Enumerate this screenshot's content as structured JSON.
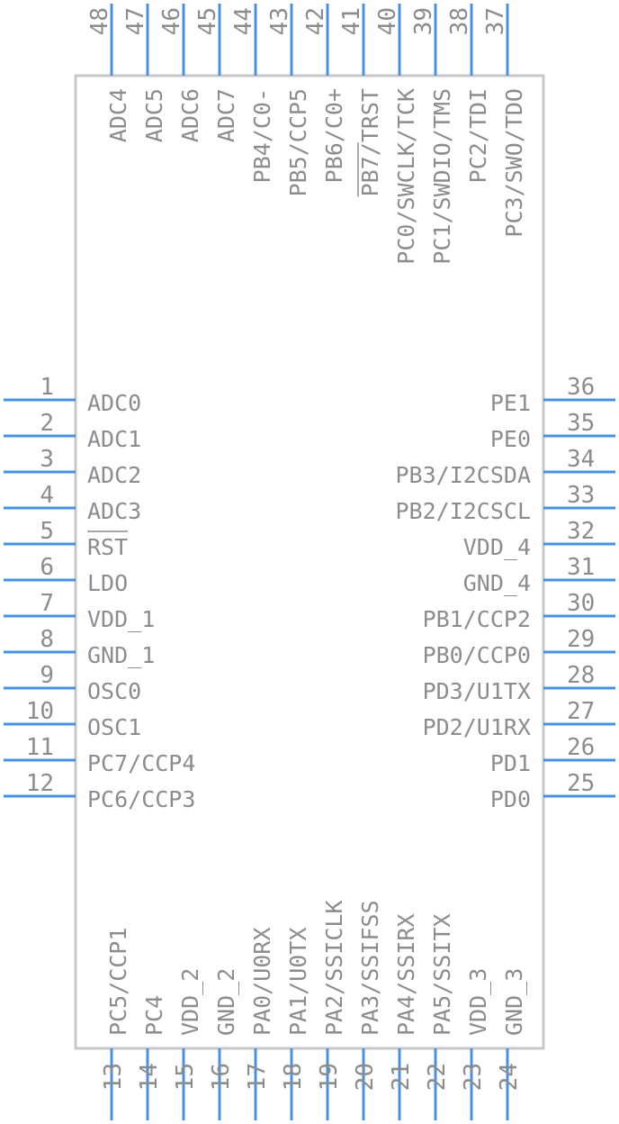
{
  "colors": {
    "pin": "#4a90e2",
    "body_stroke": "#c8c8c8",
    "text": "#8c8c8c"
  },
  "pins": {
    "left": [
      {
        "num": "1",
        "label": "ADC0"
      },
      {
        "num": "2",
        "label": "ADC1"
      },
      {
        "num": "3",
        "label": "ADC2"
      },
      {
        "num": "4",
        "label": "ADC3"
      },
      {
        "num": "5",
        "label": "RST",
        "overbar": true
      },
      {
        "num": "6",
        "label": "LDO"
      },
      {
        "num": "7",
        "label": "VDD_1"
      },
      {
        "num": "8",
        "label": "GND_1"
      },
      {
        "num": "9",
        "label": "OSC0"
      },
      {
        "num": "10",
        "label": "OSC1"
      },
      {
        "num": "11",
        "label": "PC7/CCP4"
      },
      {
        "num": "12",
        "label": "PC6/CCP3"
      }
    ],
    "right": [
      {
        "num": "36",
        "label": "PE1"
      },
      {
        "num": "35",
        "label": "PE0"
      },
      {
        "num": "34",
        "label": "PB3/I2CSDA"
      },
      {
        "num": "33",
        "label": "PB2/I2CSCL"
      },
      {
        "num": "32",
        "label": "VDD_4"
      },
      {
        "num": "31",
        "label": "GND_4"
      },
      {
        "num": "30",
        "label": "PB1/CCP2"
      },
      {
        "num": "29",
        "label": "PB0/CCP0"
      },
      {
        "num": "28",
        "label": "PD3/U1TX"
      },
      {
        "num": "27",
        "label": "PD2/U1RX"
      },
      {
        "num": "26",
        "label": "PD1"
      },
      {
        "num": "25",
        "label": "PD0"
      }
    ],
    "top": [
      {
        "num": "48",
        "label": "ADC4"
      },
      {
        "num": "47",
        "label": "ADC5"
      },
      {
        "num": "46",
        "label": "ADC6"
      },
      {
        "num": "45",
        "label": "ADC7"
      },
      {
        "num": "44",
        "label": "PB4/C0-"
      },
      {
        "num": "43",
        "label": "PB5/CCP5"
      },
      {
        "num": "42",
        "label": "PB6/C0+"
      },
      {
        "num": "41",
        "label": "PB7/TRST",
        "overbar_part": "TRST"
      },
      {
        "num": "40",
        "label": "PC0/SWCLK/TCK"
      },
      {
        "num": "39",
        "label": "PC1/SWDIO/TMS"
      },
      {
        "num": "38",
        "label": "PC2/TDI"
      },
      {
        "num": "37",
        "label": "PC3/SWO/TDO"
      }
    ],
    "bottom": [
      {
        "num": "13",
        "label": "PC5/CCP1"
      },
      {
        "num": "14",
        "label": "PC4"
      },
      {
        "num": "15",
        "label": "VDD_2"
      },
      {
        "num": "16",
        "label": "GND_2"
      },
      {
        "num": "17",
        "label": "PA0/U0RX"
      },
      {
        "num": "18",
        "label": "PA1/U0TX"
      },
      {
        "num": "19",
        "label": "PA2/SSICLK"
      },
      {
        "num": "20",
        "label": "PA3/SSIFSS"
      },
      {
        "num": "21",
        "label": "PA4/SSIRX"
      },
      {
        "num": "22",
        "label": "PA5/SSITX"
      },
      {
        "num": "23",
        "label": "VDD_3"
      },
      {
        "num": "24",
        "label": "GND_3"
      }
    ]
  }
}
